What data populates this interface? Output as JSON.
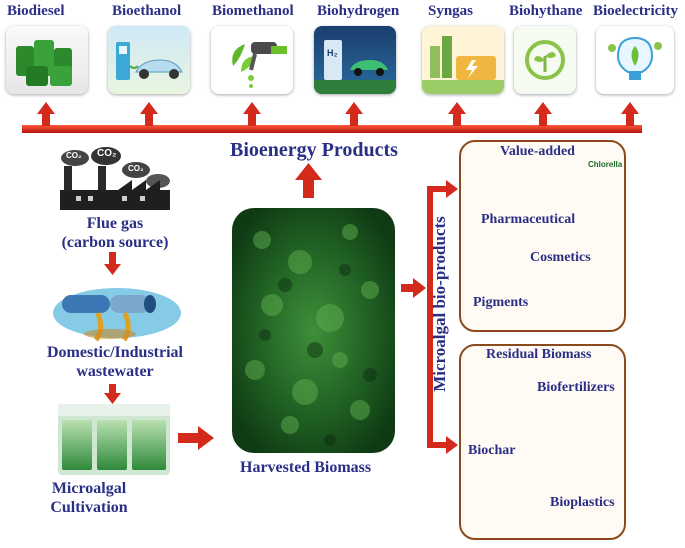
{
  "products": [
    {
      "label": "Biodiesel",
      "icon": "biodiesel-barrels-icon"
    },
    {
      "label": "Bioethanol",
      "icon": "ev-car-charging-icon"
    },
    {
      "label": "Biomethanol",
      "icon": "fuel-nozzle-leaf-icon"
    },
    {
      "label": "Biohydrogen",
      "icon": "hydrogen-station-icon"
    },
    {
      "label": "Syngas",
      "icon": "syngas-plant-icon"
    },
    {
      "label": "Biohythane",
      "icon": "leaf-circle-icon"
    },
    {
      "label": "Bioelectricity",
      "icon": "leaf-bulb-icon"
    }
  ],
  "bioenergy_title": "Bioenergy Products",
  "flue_gas": {
    "line1": "Flue gas",
    "line2": "(carbon source)",
    "co2": "CO₂"
  },
  "wastewater": {
    "line1": "Domestic/Industrial",
    "line2": "wastewater"
  },
  "cultivation": {
    "line1": "Microalgal",
    "line2": "Cultivation"
  },
  "harvested": "Harvested Biomass",
  "bioproducts_vertical": "Microalgal bio-products",
  "value_added": {
    "title": "Value-added",
    "pharmaceutical": "Pharmaceutical",
    "cosmetics": "Cosmetics",
    "pigments": "Pigments",
    "chlorella": "Chlorella"
  },
  "residual": {
    "title": "Residual Biomass",
    "biofertilizers": "Biofertilizers",
    "biochar": "Biochar",
    "bioplastics": "Bioplastics"
  },
  "colors": {
    "label": "#2a2f86",
    "arrow": "#d42a1c",
    "box_border": "#8a4a1e"
  }
}
